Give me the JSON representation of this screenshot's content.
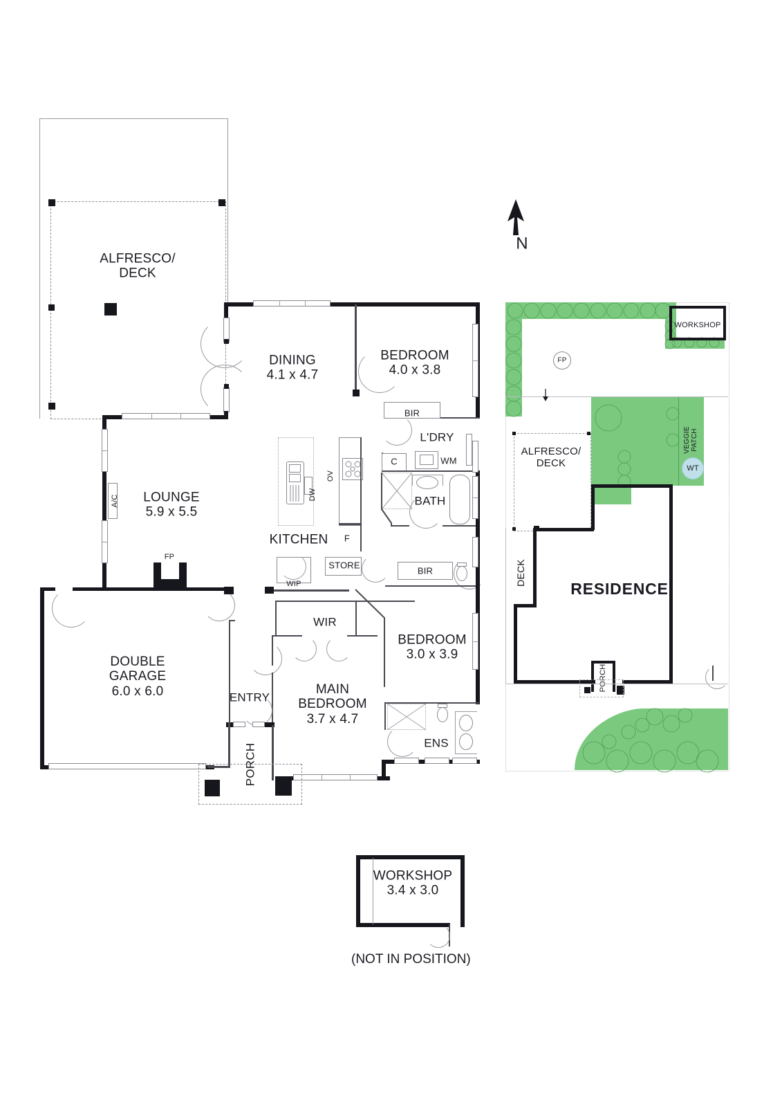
{
  "document": {
    "type": "floor-plan",
    "orientation_label": "N",
    "footnote": "(NOT IN POSITION)"
  },
  "floorplan": {
    "rooms": [
      {
        "id": "alfresco_deck",
        "label": "ALFRESCO/\nDECK",
        "name": "ALFRESCO/",
        "name2": "DECK",
        "dim": ""
      },
      {
        "id": "dining",
        "name": "DINING",
        "dim": "4.1 x 4.7"
      },
      {
        "id": "bedroom2",
        "name": "BEDROOM",
        "dim": "4.0 x 3.8"
      },
      {
        "id": "lounge",
        "name": "LOUNGE",
        "dim": "5.9 x 5.5"
      },
      {
        "id": "kitchen",
        "name": "KITCHEN",
        "dim": ""
      },
      {
        "id": "deck",
        "name": "DECK",
        "dim": ""
      },
      {
        "id": "double_garage",
        "name": "DOUBLE",
        "name2": "GARAGE",
        "dim": "6.0 x 6.0"
      },
      {
        "id": "main_bedroom",
        "name": "MAIN",
        "name2": "BEDROOM",
        "dim": "3.7 x 4.7"
      },
      {
        "id": "bedroom3",
        "name": "BEDROOM",
        "dim": "3.0 x 3.9"
      },
      {
        "id": "workshop_detached",
        "name": "WORKSHOP",
        "dim": "3.4 x 3.0"
      }
    ],
    "labels": {
      "alfresco_line1": "ALFRESCO/",
      "alfresco_line2": "DECK",
      "dining_name": "DINING",
      "dining_dim": "4.1 x 4.7",
      "bedroom2_name": "BEDROOM",
      "bedroom2_dim": "4.0 x 3.8",
      "lounge_name": "LOUNGE",
      "lounge_dim": "5.9 x 5.5",
      "kitchen_name": "KITCHEN",
      "deck_name": "DECK",
      "garage_line1": "DOUBLE",
      "garage_line2": "GARAGE",
      "garage_dim": "6.0 x 6.0",
      "main_bedroom_line1": "MAIN",
      "main_bedroom_line2": "BEDROOM",
      "main_bedroom_dim": "3.7 x 4.7",
      "bedroom3_name": "BEDROOM",
      "bedroom3_dim": "3.0 x 3.9",
      "workshop_name": "WORKSHOP",
      "workshop_dim": "3.4 x 3.0",
      "bir_top": "BIR",
      "bir_bottom": "BIR",
      "laundry": "L'DRY",
      "bath": "BATH",
      "ens": "ENS",
      "wir": "WIR",
      "wip": "WIP",
      "store": "STORE",
      "entry": "ENTRY",
      "porch": "PORCH",
      "ac": "A/C",
      "fp": "FP",
      "dw": "DW",
      "ov": "OV",
      "fridge": "F",
      "cupboard": "C",
      "washing_machine": "WM"
    }
  },
  "siteplan": {
    "labels": {
      "residence": "RESIDENCE",
      "workshop": "WORKSHOP",
      "alfresco_line1": "ALFRESCO/",
      "alfresco_line2": "DECK",
      "deck": "DECK",
      "porch": "PORCH",
      "veggie_line1": "VEGGIE",
      "veggie_line2": "PATCH",
      "fire_pit": "FP",
      "water_tank": "WT"
    }
  },
  "colors": {
    "wall": "#16161d",
    "text": "#1a1a22",
    "garden_green": "#7ac97e",
    "water_tank_blue": "#bfe0e8",
    "thin_line": "#4a4a52",
    "hairline": "#9a9aa2"
  }
}
